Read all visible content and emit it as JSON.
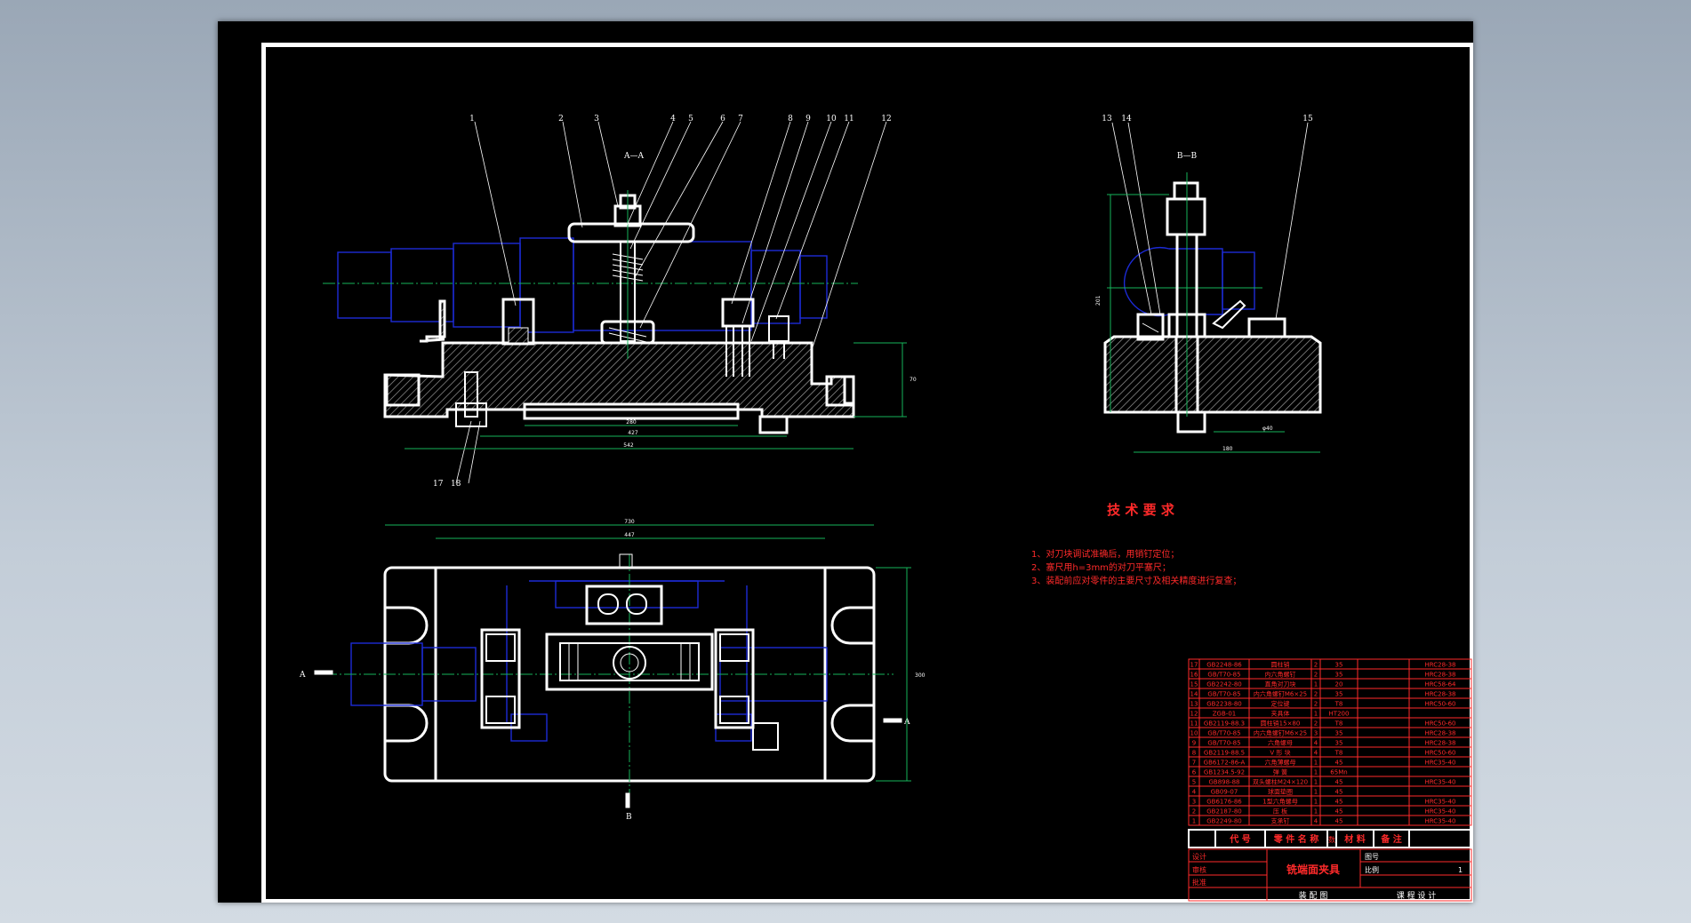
{
  "drawing": {
    "section_aa": "A—A",
    "section_bb": "B—B",
    "view_mark_a": "A",
    "view_mark_b": "B",
    "leaders_top": [
      "1",
      "2",
      "3",
      "4",
      "5",
      "6",
      "7",
      "8",
      "9",
      "10",
      "11",
      "12"
    ],
    "leaders_bottom": [
      "17",
      "18"
    ],
    "leaders_bb": [
      "13",
      "14",
      "15"
    ],
    "dims_aa": [
      "280",
      "427",
      "542",
      "70"
    ],
    "dims_plan": [
      "730",
      "447",
      "300"
    ],
    "dims_bb": [
      "180",
      "201",
      "φ40"
    ]
  },
  "notes": {
    "title": "技 术 要 求",
    "items": [
      "1、对刀块调试准确后，用销钉定位；",
      "2、塞尺用h=3mm的对刀平塞尺；",
      "3、装配前应对零件的主要尺寸及相关精度进行复查；"
    ]
  },
  "bom": {
    "rows": [
      [
        "17",
        "GB2248-86",
        "圆柱销",
        "2",
        "35",
        "HRC28-38"
      ],
      [
        "16",
        "GB/T70-85",
        "内六角螺钉",
        "2",
        "35",
        "HRC28-38"
      ],
      [
        "15",
        "GB2242-80",
        "直角对刀块",
        "1",
        "20",
        "HRC58-64"
      ],
      [
        "14",
        "GB/T70-85",
        "内六角螺钉M6×25",
        "2",
        "35",
        "HRC28-38"
      ],
      [
        "13",
        "GB2238-80",
        "定位键",
        "2",
        "T8",
        "HRC50-60"
      ],
      [
        "12",
        "ZGB-01",
        "夹具体",
        "1",
        "HT200",
        ""
      ],
      [
        "11",
        "GB2119-88.3",
        "圆柱销15×80",
        "2",
        "T8",
        "HRC50-60"
      ],
      [
        "10",
        "GB/T70-85",
        "内六角螺钉M6×25",
        "3",
        "35",
        "HRC28-38"
      ],
      [
        "9",
        "GB/T70-85",
        "六角螺母",
        "4",
        "35",
        "HRC28-38"
      ],
      [
        "8",
        "GB2119-88.5",
        "V 形 块",
        "4",
        "T8",
        "HRC50-60"
      ],
      [
        "7",
        "GB6172-86-A",
        "六角薄螺母",
        "1",
        "45",
        "HRC35-40"
      ],
      [
        "6",
        "GB1234.5-92",
        "弹 簧",
        "1",
        "65Mn",
        ""
      ],
      [
        "5",
        "GB898-88",
        "双头螺柱M24×120",
        "1",
        "45",
        "HRC35-40"
      ],
      [
        "4",
        "GB09-07",
        "球面垫圈",
        "1",
        "45",
        ""
      ],
      [
        "3",
        "GB6176-86",
        "1型六角螺母",
        "1",
        "45",
        "HRC35-40"
      ],
      [
        "2",
        "GB2187-80",
        "压 板",
        "1",
        "45",
        "HRC35-40"
      ],
      [
        "1",
        "GB2249-80",
        "支承钉",
        "4",
        "45",
        "HRC35-40"
      ]
    ],
    "header": [
      "代 号",
      "零 件 名 称",
      "数",
      "材 料",
      "备 注"
    ],
    "drawing_name": "铣端面夹具",
    "scale_label": "比例",
    "sheet_label": "图号",
    "count_label": "1",
    "drafter_rows": [
      "设计",
      "审核",
      "批准"
    ],
    "assembly_label": "装 配 图",
    "school": "课 程 设 计"
  },
  "colors": {
    "sheet": "#000000",
    "outline": "#ffffff",
    "hidden": "#1c2bd6",
    "center": "#16b45a",
    "annotation": "#ff2a2a"
  }
}
